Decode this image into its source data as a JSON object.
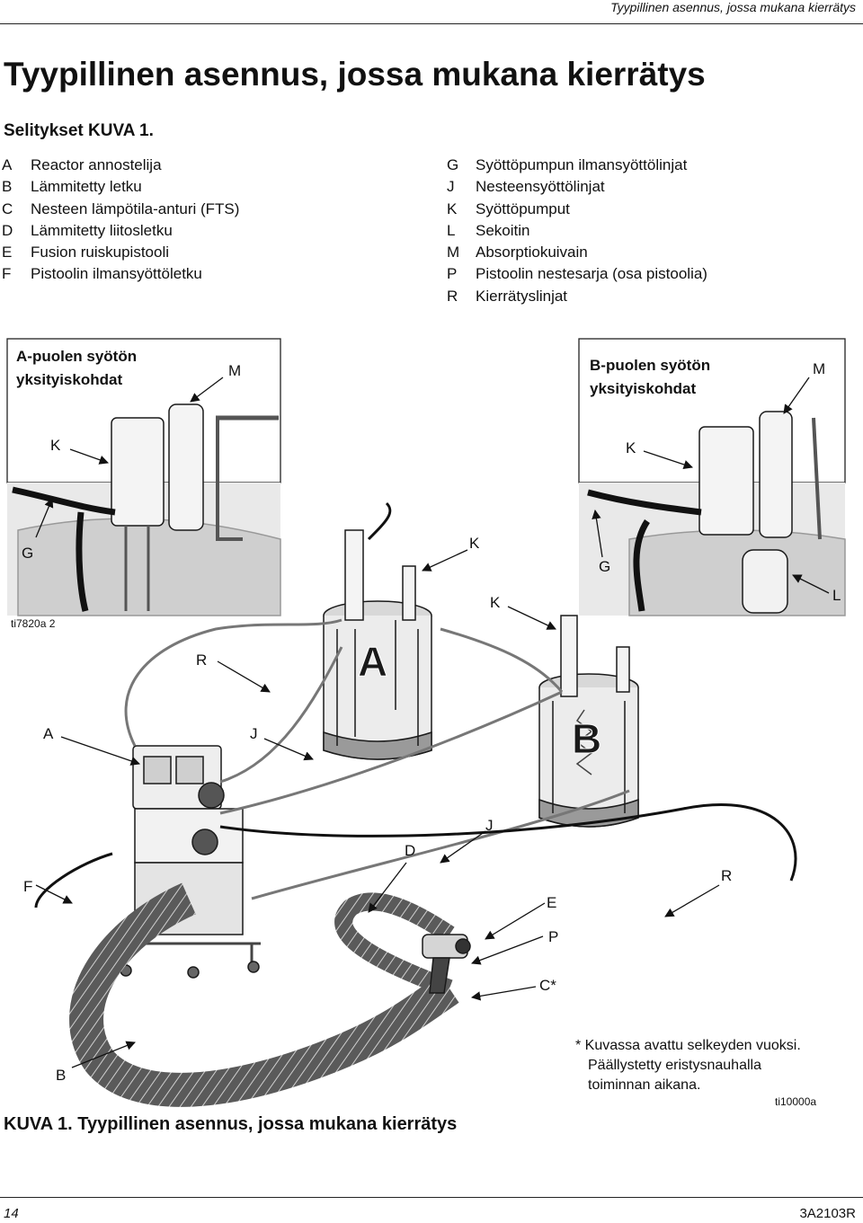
{
  "header": {
    "running_title": "Tyypillinen asennus, jossa mukana kierrätys"
  },
  "page_title": "Tyypillinen asennus, jossa mukana kierrätys",
  "legend": {
    "heading": "Selitykset KUVA 1.",
    "left": [
      {
        "letter": "A",
        "text": "Reactor annostelija"
      },
      {
        "letter": "B",
        "text": "Lämmitetty letku"
      },
      {
        "letter": "C",
        "text": "Nesteen lämpötila-anturi (FTS)"
      },
      {
        "letter": "D",
        "text": "Lämmitetty liitosletku"
      },
      {
        "letter": "E",
        "text": "Fusion ruiskupistooli"
      },
      {
        "letter": "F",
        "text": "Pistoolin ilmansyöttöletku"
      }
    ],
    "right": [
      {
        "letter": "G",
        "text": "Syöttöpumpun ilmansyöttölinjat"
      },
      {
        "letter": "J",
        "text": "Nesteensyöttölinjat"
      },
      {
        "letter": "K",
        "text": "Syöttöpumput"
      },
      {
        "letter": "L",
        "text": "Sekoitin"
      },
      {
        "letter": "M",
        "text": "Absorptiokuivain"
      },
      {
        "letter": "P",
        "text": "Pistoolin nestesarja (osa pistoolia)"
      },
      {
        "letter": "R",
        "text": "Kierrätyslinjat"
      }
    ]
  },
  "figure": {
    "inset_a_title_1": "A-puolen syötön",
    "inset_a_title_2": "yksityiskohdat",
    "inset_b_title_1": "B-puolen syötön",
    "inset_b_title_2": "yksityiskohdat",
    "inset_a_id": "ti7820a 2",
    "drum_a_letter": "A",
    "drum_b_letter": "B",
    "callouts": {
      "m_a": "M",
      "k_a": "K",
      "g_a": "G",
      "m_b": "M",
      "k_b": "K",
      "g_b": "G",
      "l_b": "L",
      "k_main_1": "K",
      "k_main_2": "K",
      "r_1": "R",
      "a": "A",
      "j_1": "J",
      "j_2": "J",
      "d": "D",
      "f": "F",
      "r_2": "R",
      "e": "E",
      "p": "P",
      "c": "C*",
      "b": "B"
    },
    "note_1": "* Kuvassa avattu selkeyden vuoksi.",
    "note_2": "Päällystetty eristysnauhalla",
    "note_3": "toiminnan aikana.",
    "figure_id": "ti10000a"
  },
  "caption": {
    "prefix": "KUVA 1.",
    "text": "Tyypillinen asennus, jossa mukana kierrätys"
  },
  "footer": {
    "page_number": "14",
    "doc_id": "3A2103R"
  }
}
